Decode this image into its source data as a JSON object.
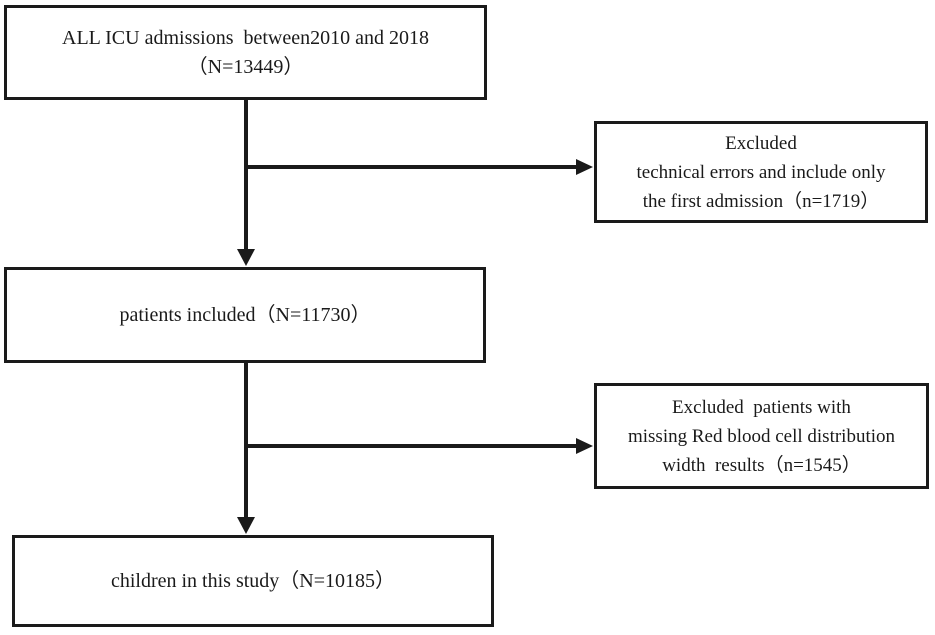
{
  "diagram": {
    "boxes": {
      "top": {
        "text": "ALL ICU admissions  between2010 and 2018\n（N=13449）",
        "n": "13449"
      },
      "excluded1": {
        "text": "Excluded\ntechnical errors and include only\nthe first admission（n=1719）",
        "n": "1719"
      },
      "middle": {
        "text": "patients included（N=11730）",
        "n": "11730"
      },
      "excluded2": {
        "text": "Excluded  patients with\nmissing Red blood cell distribution\nwidth  results（n=1545）",
        "n": "1545"
      },
      "bottom": {
        "text": "children in this study（N=10185）",
        "n": "10185"
      }
    },
    "colors": {
      "line": "#1a1a1a",
      "text": "#1a1a1a",
      "background": "#ffffff"
    }
  }
}
